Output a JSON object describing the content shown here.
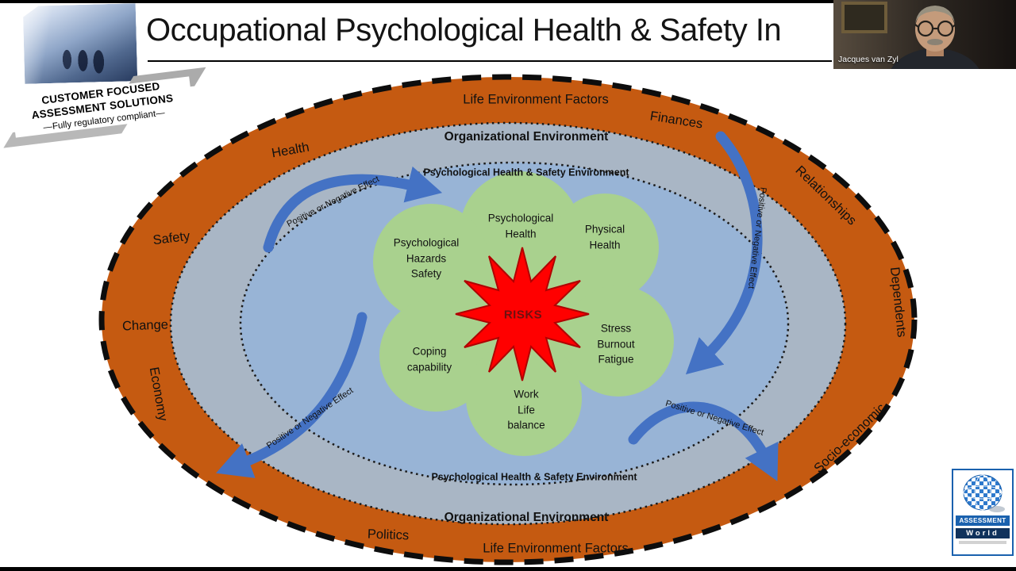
{
  "slide": {
    "title": "Occupational Psychological Health & Safety In"
  },
  "corner_banner": {
    "line1": "CUSTOMER FOCUSED",
    "line2": "ASSESSMENT SOLUTIONS",
    "line3": "—Fully regulatory compliant—"
  },
  "webcam": {
    "participant_name": "Jacques van Zyl"
  },
  "diagram": {
    "ring_labels": {
      "life_top": "Life Environment Factors",
      "life_bottom": "Life Environment Factors",
      "organizational_top": "Organizational Environment",
      "organizational_bottom": "Organizational Environment",
      "psych_safety_top": "Psychological Health & Safety Environment",
      "psych_safety_bottom": "Psychological Health & Safety Environment"
    },
    "life_factors": {
      "health": "Health",
      "finances": "Finances",
      "relationships": "Relationships",
      "dependents": "Dependents",
      "socio_economic": "Socio-economic",
      "safety": "Safety",
      "change": "Change",
      "economy": "Economy",
      "politics": "Politics"
    },
    "cluster": {
      "psychological_health": "Psychological\nHealth",
      "physical_health": "Physical\nHealth",
      "psychological_hazards": "Psychological\nHazards\nSafety",
      "stress_burnout": "Stress\nBurnout\nFatigue",
      "coping": "Coping\ncapability",
      "work_life": "Work\nLife\nbalance",
      "center_risk": "RISKS"
    },
    "arrow_label": "Positive or Negative Effect",
    "colors": {
      "outer_ring_orange": "#C55A11",
      "organizational_ring_blue_gray": "#A9B6C5",
      "psych_region_blue": "#98B4D6",
      "cluster_green": "#A9D18E",
      "risk_red": "#FF0000",
      "arrow_blue": "#4472C4"
    }
  },
  "footer_logo": {
    "brand_top": "ASSESSMENT",
    "brand_bottom": "World"
  }
}
